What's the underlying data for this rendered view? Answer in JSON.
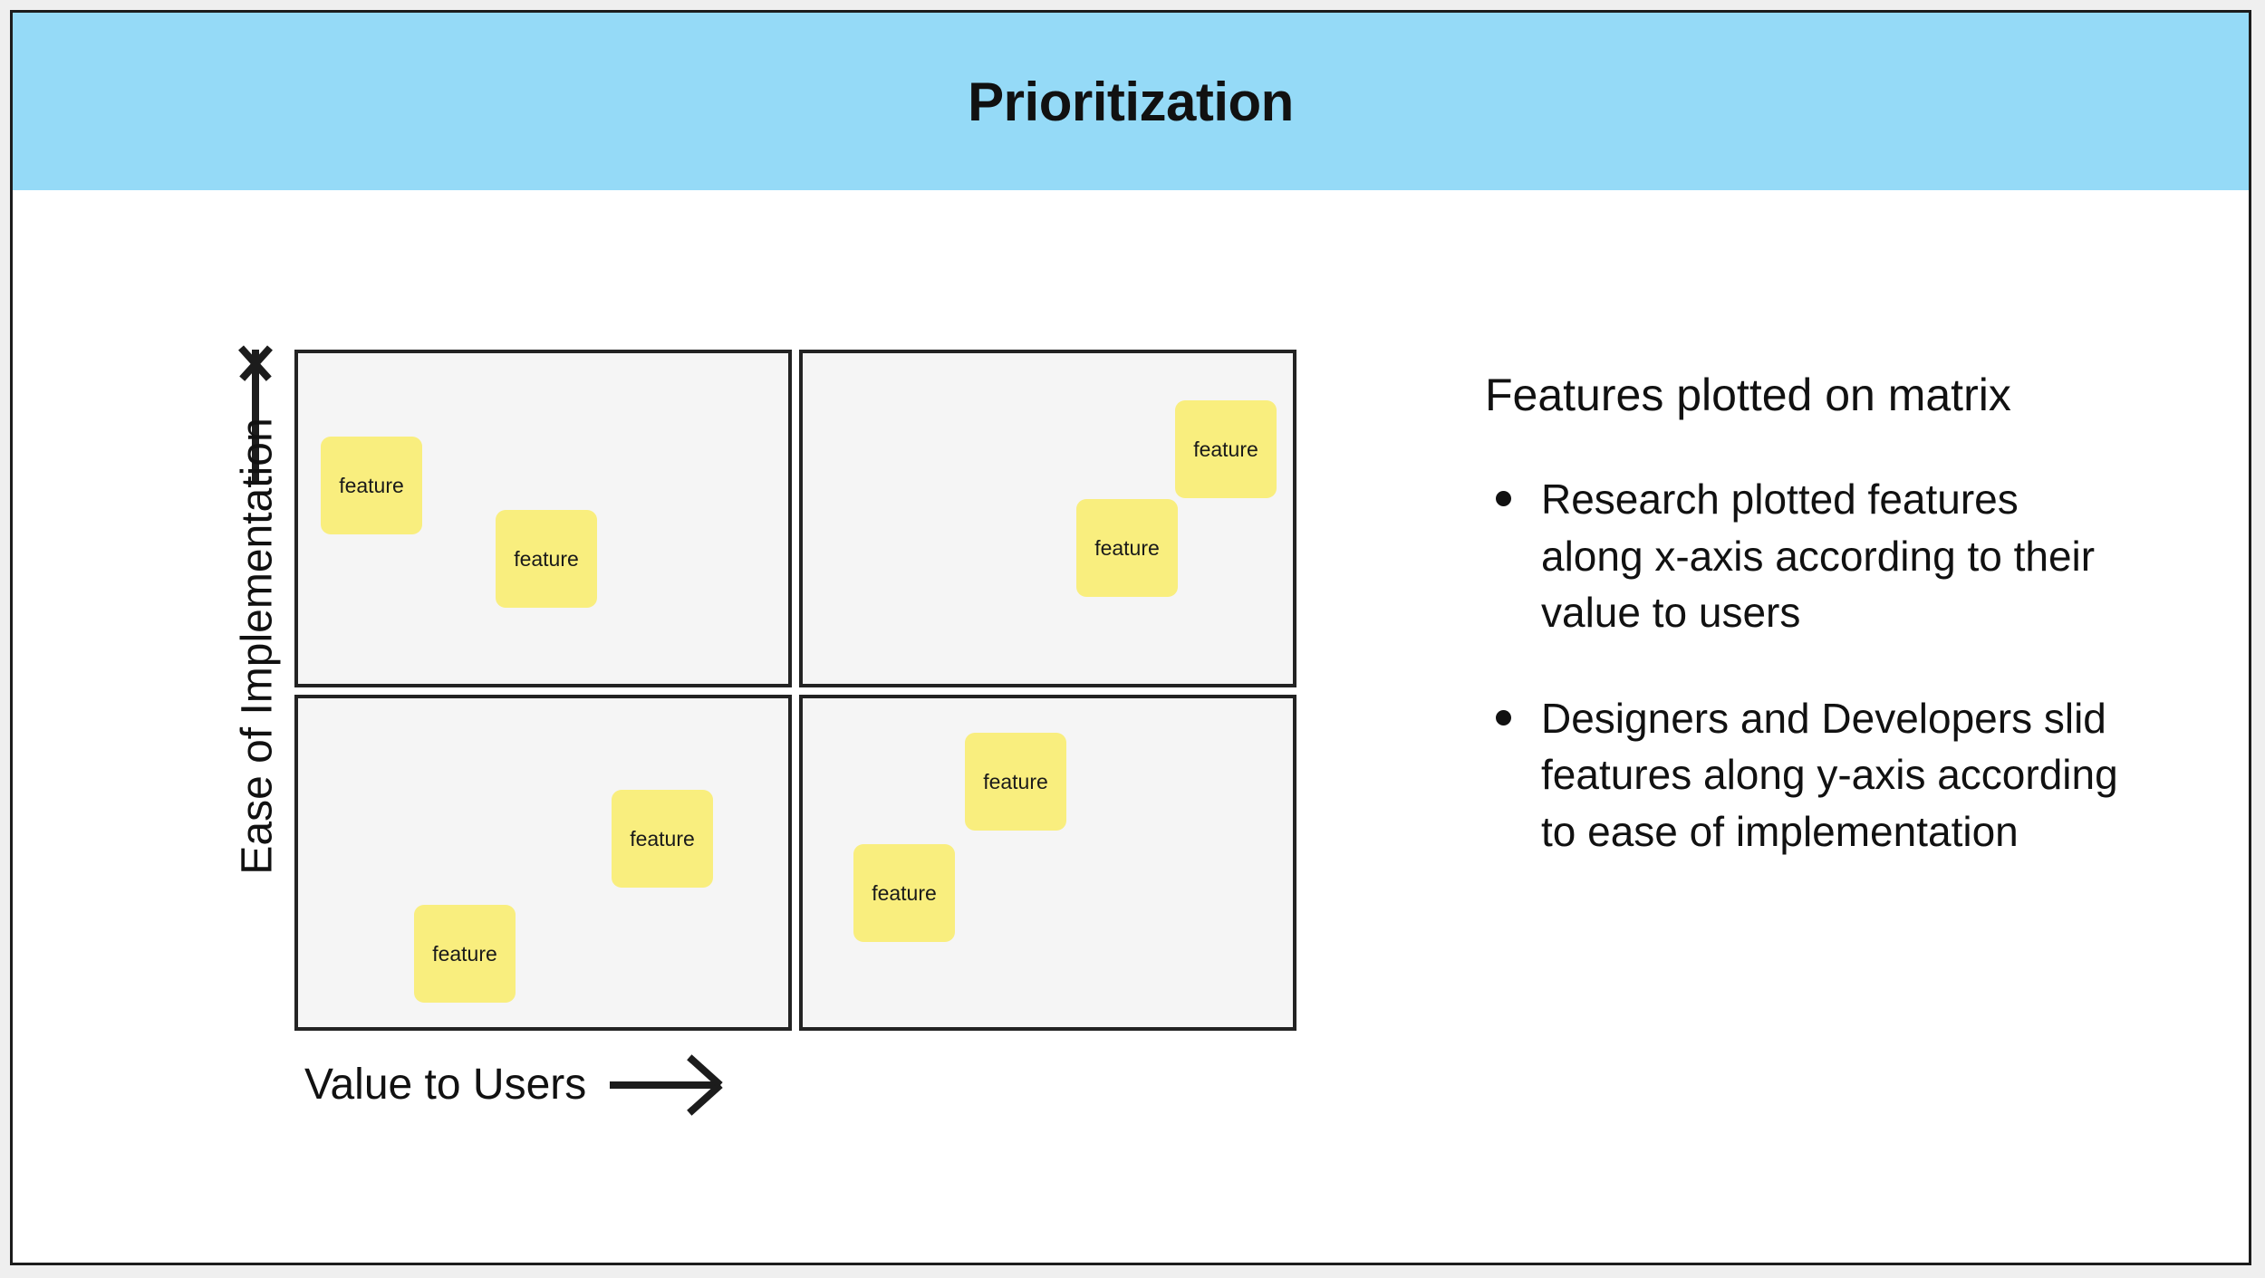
{
  "slide": {
    "title": "Prioritization",
    "header_color": "#95daf7",
    "background_color": "#ffffff",
    "border_color": "#1c1c1c"
  },
  "matrix": {
    "y_axis_label": "Ease of Implementation",
    "x_axis_label": "Value to Users",
    "quadrant_fill": "#f5f5f5",
    "quadrant_border": "#232323",
    "sticky_color": "#f9ee7e",
    "quadrants": [
      {
        "name": "top-left"
      },
      {
        "name": "top-right"
      },
      {
        "name": "bottom-left"
      },
      {
        "name": "bottom-right"
      }
    ],
    "sticky_notes": [
      {
        "label": "feature",
        "quadrant": "top-left",
        "left": 340,
        "top": 468,
        "width": 112,
        "height": 108
      },
      {
        "label": "feature",
        "quadrant": "top-left",
        "left": 533,
        "top": 549,
        "width": 112,
        "height": 108
      },
      {
        "label": "top-right-high",
        "text": "feature",
        "quadrant": "top-right",
        "left": 1283,
        "top": 428,
        "width": 112,
        "height": 108
      },
      {
        "label": "feature",
        "quadrant": "top-right",
        "left": 1174,
        "top": 537,
        "width": 112,
        "height": 108
      },
      {
        "label": "feature",
        "quadrant": "bottom-left",
        "left": 661,
        "top": 858,
        "width": 112,
        "height": 108
      },
      {
        "label": "feature",
        "quadrant": "bottom-left",
        "left": 443,
        "top": 985,
        "width": 112,
        "height": 108
      },
      {
        "label": "feature",
        "quadrant": "bottom-right",
        "left": 1051,
        "top": 795,
        "width": 112,
        "height": 108
      },
      {
        "label": "feature",
        "quadrant": "bottom-right",
        "left": 928,
        "top": 918,
        "width": 112,
        "height": 108
      }
    ]
  },
  "chart_data": {
    "type": "scatter",
    "title": "Prioritization",
    "xlabel": "Value to Users",
    "ylabel": "Ease of Implementation",
    "xlim": [
      0,
      100
    ],
    "ylim": [
      0,
      100
    ],
    "grid": false,
    "legend": "none",
    "quadrant_labels": [
      "top-left",
      "top-right",
      "bottom-left",
      "bottom-right"
    ],
    "points": [
      {
        "label": "feature",
        "x": 4,
        "y": 86,
        "quadrant": "top-left"
      },
      {
        "label": "feature",
        "x": 22,
        "y": 76,
        "quadrant": "top-left"
      },
      {
        "label": "feature",
        "x": 90,
        "y": 92,
        "quadrant": "top-right"
      },
      {
        "label": "feature",
        "x": 80,
        "y": 78,
        "quadrant": "top-right"
      },
      {
        "label": "feature",
        "x": 33,
        "y": 38,
        "quadrant": "bottom-left"
      },
      {
        "label": "feature",
        "x": 13,
        "y": 22,
        "quadrant": "bottom-left"
      },
      {
        "label": "feature",
        "x": 69,
        "y": 46,
        "quadrant": "bottom-right"
      },
      {
        "label": "feature",
        "x": 58,
        "y": 30,
        "quadrant": "bottom-right"
      }
    ]
  },
  "notes": {
    "heading": "Features plotted on matrix",
    "bullets": [
      "Research plotted features along x-axis according to their value to users",
      "Designers and Developers slid features along y-axis according to ease of implementation"
    ]
  }
}
